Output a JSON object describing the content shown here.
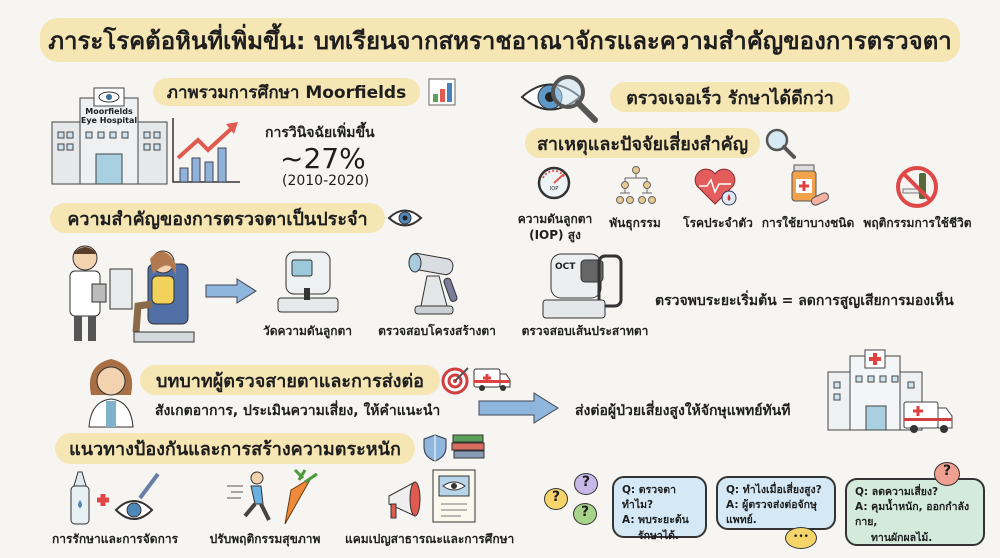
{
  "title": "ภาระโรคต้อหินที่เพิ่มขึ้น: บทเรียนจากสหราชอาณาจักรและความสำคัญของการตรวจตา",
  "overview": {
    "heading": "ภาพรวมการศึกษา Moorfields",
    "hospital_sign": [
      "Moorfields",
      "Eye Hospital"
    ],
    "stat_label": "การวินิจฉัยเพิ่มขึ้น",
    "stat_value": "~27%",
    "stat_period": "(2010-2020)"
  },
  "early": {
    "heading": "ตรวจเจอเร็ว รักษาได้ดีกว่า"
  },
  "risk": {
    "heading": "สาเหตุและปัจจัยเสี่ยงสำคัญ",
    "items": [
      {
        "label": "ความดันลูกตา (IOP) สูง",
        "icon": "pressure-gauge-icon",
        "gauge_text": "IOP"
      },
      {
        "label": "พันธุกรรม",
        "icon": "family-tree-icon"
      },
      {
        "label": "โรคประจำตัว",
        "icon": "heart-icon"
      },
      {
        "label": "การใช้ยาบางชนิด",
        "icon": "medicine-icon"
      },
      {
        "label": "พฤติกรรมการใช้ชีวิต",
        "icon": "no-smoking-drinking-icon"
      }
    ]
  },
  "routine": {
    "heading": "ความสำคัญของการตรวจตาเป็นประจำ",
    "tests": [
      {
        "label": "วัดความดันลูกตา",
        "icon": "tonometer-icon"
      },
      {
        "label": "ตรวจสอบโครงสร้างตา",
        "icon": "slit-lamp-icon"
      },
      {
        "label": "ตรวจสอบเส้นประสาทตา",
        "icon": "oct-machine-icon",
        "machine_text": "OCT"
      }
    ],
    "conclusion": "ตรวจพบระยะเริ่มต้น = ลดการสูญเสียการมองเห็น"
  },
  "role": {
    "heading": "บทบาทผู้ตรวจสายตาและการส่งต่อ",
    "duties": "สังเกตอาการ, ประเมินความเสี่ยง, ให้คำแนะนำ",
    "referral": "ส่งต่อผู้ป่วยเสี่ยงสูงให้จักษุแพทย์ทันที"
  },
  "prevention": {
    "heading": "แนวทางป้องกันและการสร้างความตระหนัก",
    "items": [
      {
        "label": "การรักษาและการจัดการ"
      },
      {
        "label": "ปรับพฤติกรรมสุขภาพ"
      },
      {
        "label": "แคมเปญสาธารณะและการศึกษา"
      }
    ]
  },
  "faq": [
    {
      "q": "Q: ตรวจตาทำไม?",
      "a": "A: พบระยะต้น",
      "a2": "รักษาได้."
    },
    {
      "q": "Q: ทำไงเมื่อเสี่ยงสูง?",
      "a": "A: ผู้ตรวจส่งต่อจักษุแพทย์.",
      "a2": ""
    },
    {
      "q": "Q: ลดความเสี่ยง?",
      "a": "A: คุมน้ำหนัก, ออกกำลังกาย,",
      "a2": "ทานผักผลไม้."
    }
  ],
  "marks": {
    "question": "?",
    "ellipsis": "•••"
  },
  "colors": {
    "highlight": "#f5e6b4",
    "arrow": "#8fb6dc",
    "red": "#e05a4f",
    "blue": "#6f9fd0"
  }
}
